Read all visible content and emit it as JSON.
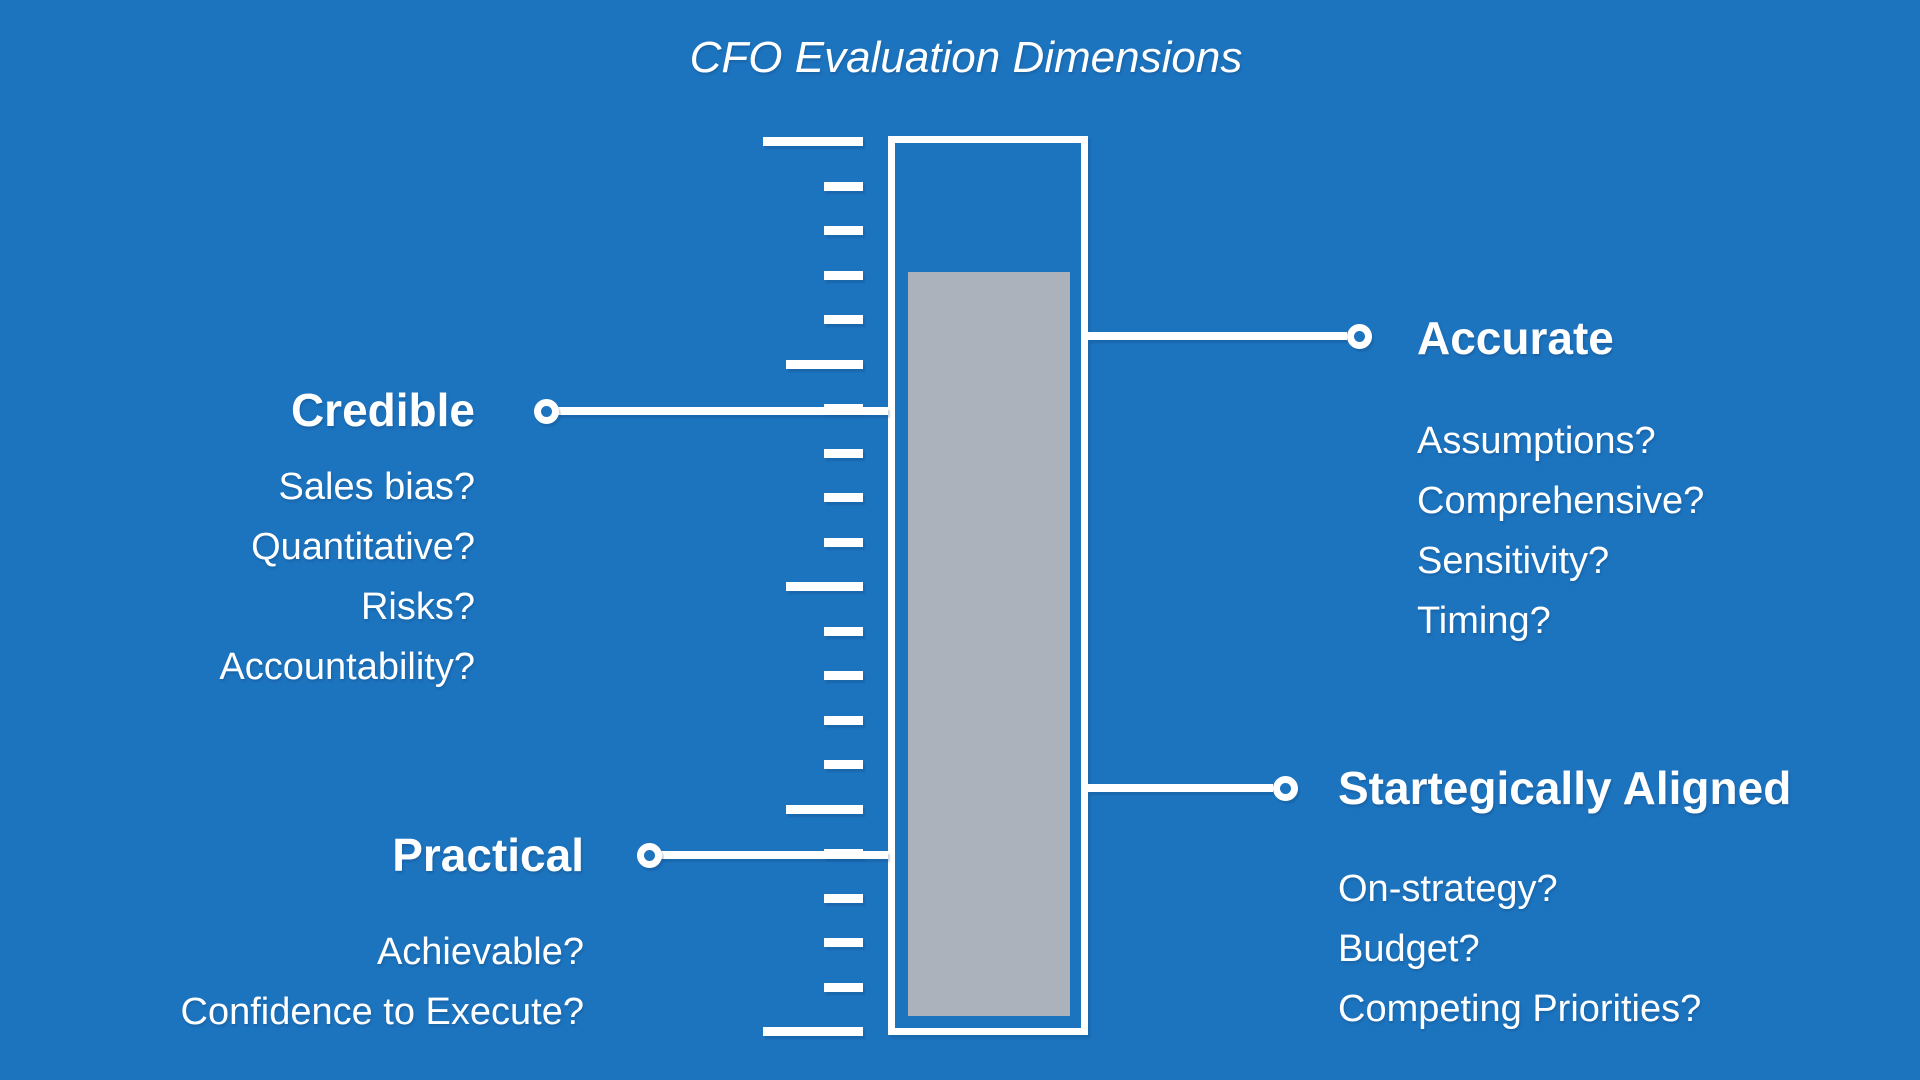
{
  "title": "CFO Evaluation Dimensions",
  "colors": {
    "background": "#1C73BE",
    "foreground": "#FFFFFF",
    "bar_fill": "#ABB2BC"
  },
  "gauge": {
    "tick_count": 21,
    "long_tick_indices": [
      0,
      20
    ],
    "medium_tick_every": 5,
    "tick_spacing_px": 44.5
  },
  "groups": [
    {
      "id": "credible",
      "side": "left",
      "heading": "Credible",
      "items": [
        "Sales bias?",
        "Quantitative?",
        "Risks?",
        "Accountability?"
      ]
    },
    {
      "id": "accurate",
      "side": "right",
      "heading": "Accurate",
      "items": [
        "Assumptions?",
        "Comprehensive?",
        "Sensitivity?",
        "Timing?"
      ]
    },
    {
      "id": "practical",
      "side": "left",
      "heading": "Practical",
      "items": [
        "Achievable?",
        "Confidence to Execute?"
      ]
    },
    {
      "id": "strategic",
      "side": "right",
      "heading": "Startegically Aligned",
      "items": [
        "On-strategy?",
        "Budget?",
        "Competing Priorities?"
      ]
    }
  ]
}
